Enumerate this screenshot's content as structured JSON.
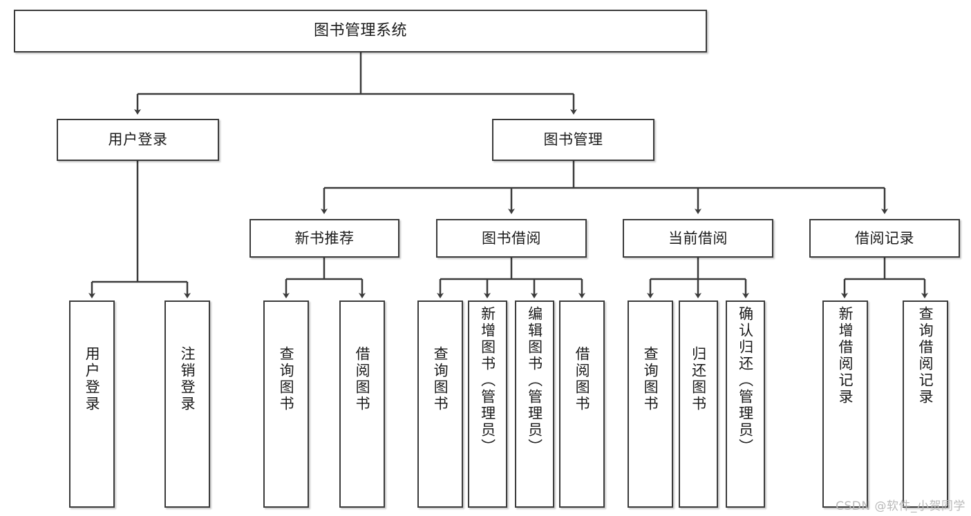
{
  "diagram": {
    "title": "图书管理系统",
    "type": "hierarchy-tree",
    "orientation": "top-down",
    "root": {
      "id": "root",
      "label": "图书管理系统"
    },
    "level2": [
      {
        "id": "user-login",
        "label": "用户登录"
      },
      {
        "id": "book-manage",
        "label": "图书管理"
      }
    ],
    "level3": [
      {
        "id": "new-book-recommend",
        "label": "新书推荐",
        "parent": "book-manage"
      },
      {
        "id": "book-borrow",
        "label": "图书借阅",
        "parent": "book-manage"
      },
      {
        "id": "current-borrow",
        "label": "当前借阅",
        "parent": "book-manage"
      },
      {
        "id": "borrow-record",
        "label": "借阅记录",
        "parent": "book-manage"
      }
    ],
    "leaves": [
      {
        "id": "leaf-user-login",
        "label": "用户登录",
        "parent": "user-login"
      },
      {
        "id": "leaf-logout-login",
        "label": "注销登录",
        "parent": "user-login"
      },
      {
        "id": "leaf-query-book-1",
        "label": "查询图书",
        "parent": "new-book-recommend"
      },
      {
        "id": "leaf-borrow-book-1",
        "label": "借阅图书",
        "parent": "new-book-recommend"
      },
      {
        "id": "leaf-query-book-2",
        "label": "查询图书",
        "parent": "book-borrow"
      },
      {
        "id": "leaf-add-book",
        "label": "新增图书（管理员）",
        "parent": "book-borrow"
      },
      {
        "id": "leaf-edit-book",
        "label": "编辑图书（管理员）",
        "parent": "book-borrow"
      },
      {
        "id": "leaf-borrow-book-2",
        "label": "借阅图书",
        "parent": "book-borrow"
      },
      {
        "id": "leaf-query-book-3",
        "label": "查询图书",
        "parent": "current-borrow"
      },
      {
        "id": "leaf-return-book",
        "label": "归还图书",
        "parent": "current-borrow"
      },
      {
        "id": "leaf-confirm-return",
        "label": "确认归还（管理员）",
        "parent": "current-borrow"
      },
      {
        "id": "leaf-add-record",
        "label": "新增借阅记录",
        "parent": "borrow-record"
      },
      {
        "id": "leaf-query-record",
        "label": "查询借阅记录",
        "parent": "borrow-record"
      }
    ]
  },
  "watermark": {
    "text": "CSDN @软件_小贺同学"
  },
  "colors": {
    "stroke": "#3a3a3a",
    "fill": "#ffffff",
    "text": "#1a1a1a",
    "watermark": "#b9b9b9"
  }
}
